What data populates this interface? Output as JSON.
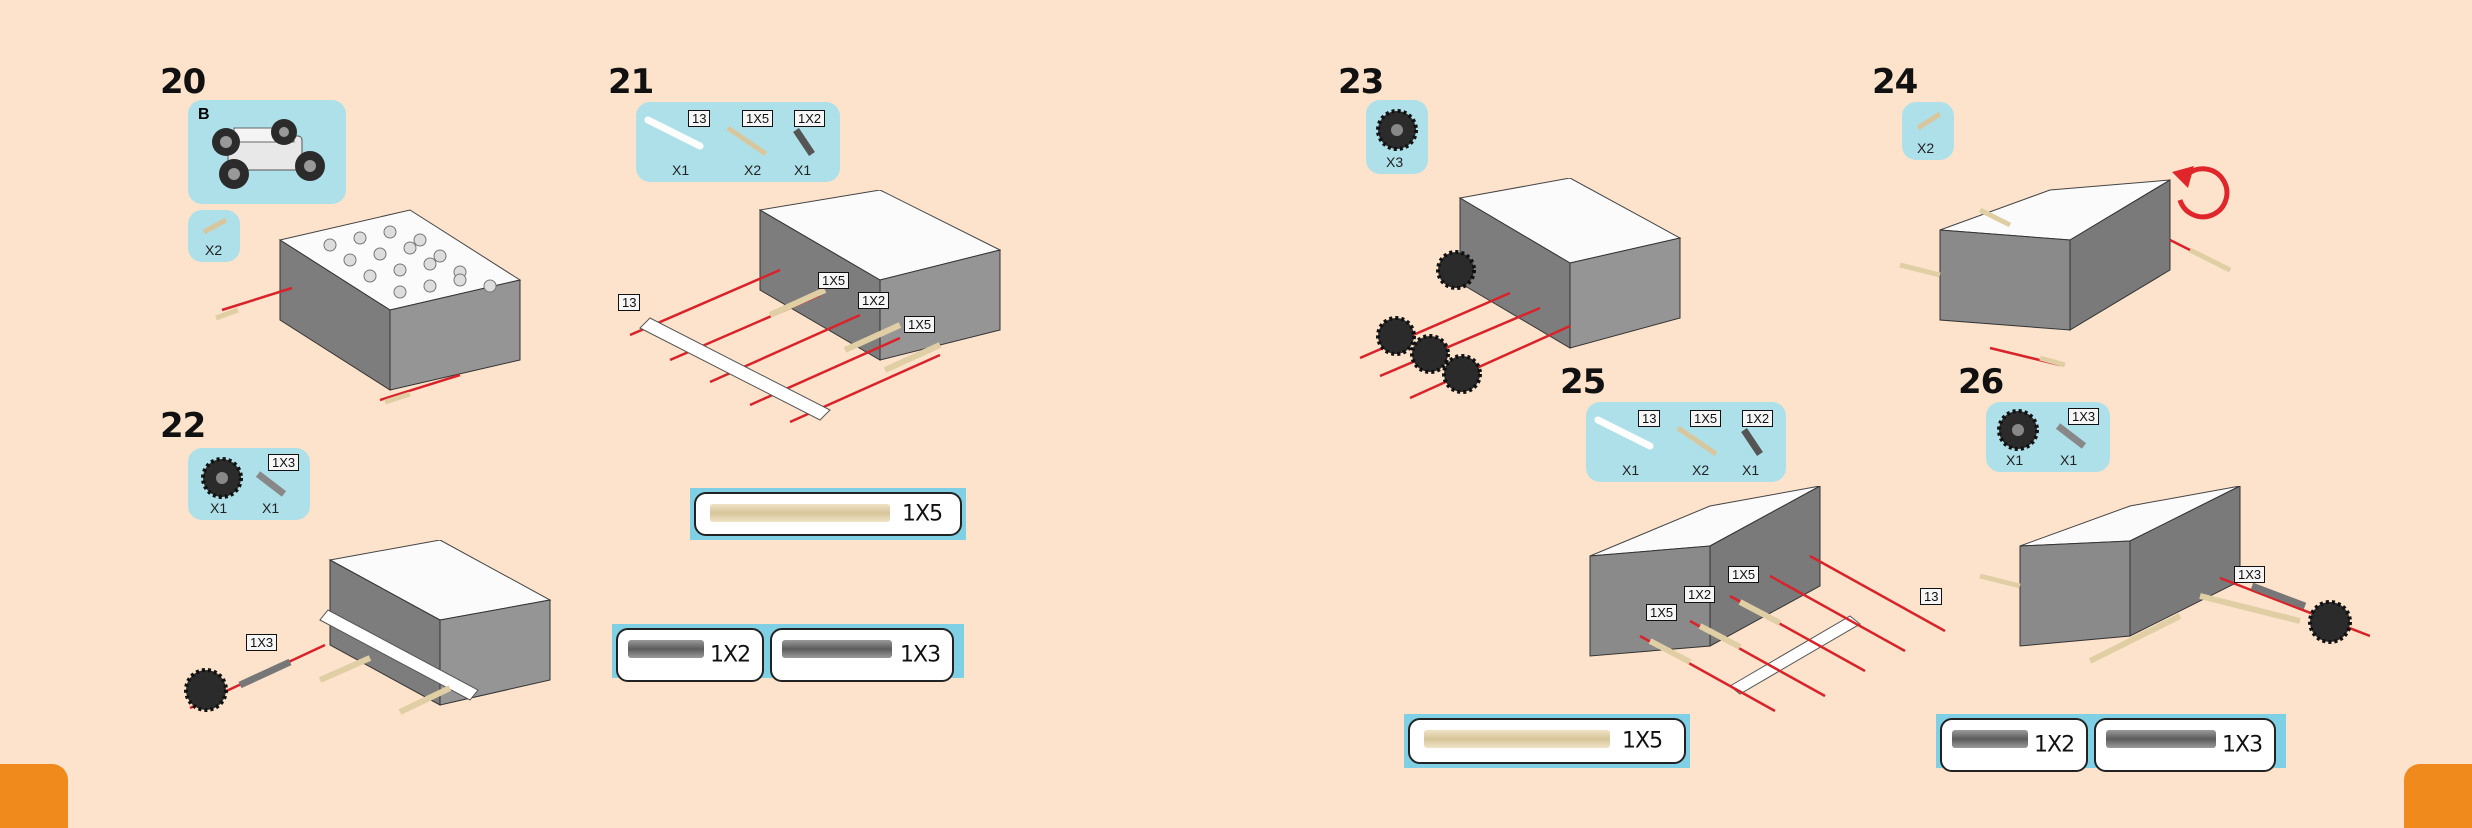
{
  "steps": [
    {
      "number": "20",
      "sub_label": "B",
      "parts": [
        {
          "qty": "X2"
        }
      ]
    },
    {
      "number": "21",
      "parts": [
        {
          "label": "13",
          "qty": "X1"
        },
        {
          "label": "1X5",
          "qty": "X2"
        },
        {
          "label": "1X2",
          "qty": "X1"
        }
      ],
      "callouts": [
        "13",
        "1X5",
        "1X2",
        "1X5"
      ]
    },
    {
      "number": "22",
      "parts": [
        {
          "qty": "X1"
        },
        {
          "label": "1X3",
          "qty": "X1"
        }
      ],
      "callouts": [
        "1X3"
      ]
    },
    {
      "number": "23",
      "parts": [
        {
          "qty": "X3"
        }
      ]
    },
    {
      "number": "24",
      "parts": [
        {
          "qty": "X2"
        }
      ]
    },
    {
      "number": "25",
      "parts": [
        {
          "label": "13",
          "qty": "X1"
        },
        {
          "label": "1X5",
          "qty": "X2"
        },
        {
          "label": "1X2",
          "qty": "X1"
        }
      ],
      "callouts": [
        "1X5",
        "1X2",
        "1X5",
        "13"
      ]
    },
    {
      "number": "26",
      "parts": [
        {
          "qty": "X1"
        },
        {
          "label": "1X3",
          "qty": "X1"
        }
      ],
      "callouts": [
        "1X3"
      ]
    }
  ],
  "rulers": {
    "left_1x5": "1X5",
    "left_1x2": "1X2",
    "left_1x3": "1X3",
    "right_1x5": "1X5",
    "right_1x2": "1X2",
    "right_1x3": "1X3"
  },
  "colors": {
    "background": "#fde3cb",
    "parts_box": "#aee0ea",
    "arrow": "#d8232a",
    "corner_tab": "#f08a1c"
  },
  "icons": [
    "gear-icon",
    "axle-icon",
    "beam-icon",
    "rotate-icon",
    "vehicle-icon"
  ]
}
